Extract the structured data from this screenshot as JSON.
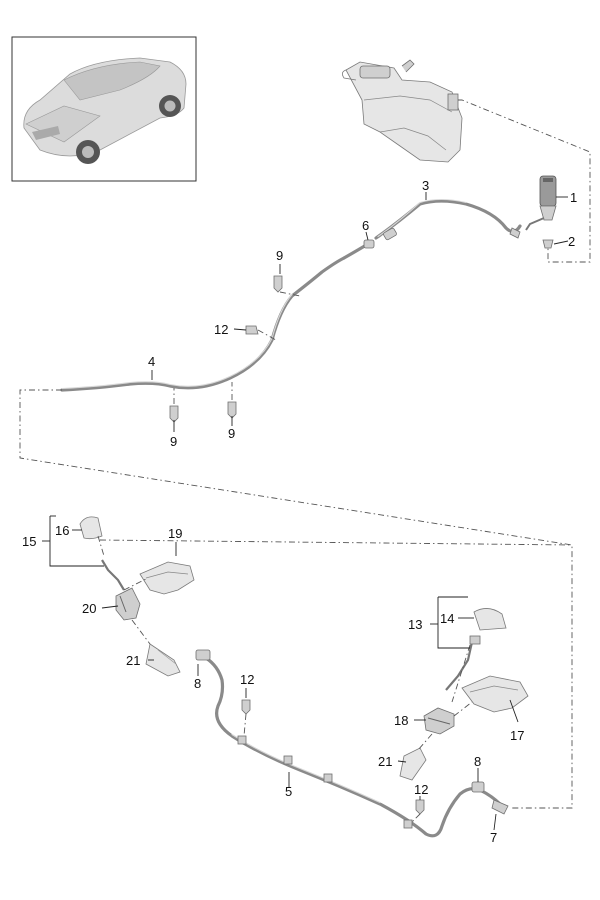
{
  "diagram": {
    "description_labels": {
      "p1": "1",
      "p2": "2",
      "p3": "3",
      "p4": "4",
      "p5": "5",
      "p6": "6",
      "p7": "7",
      "p8a": "8",
      "p8b": "8",
      "p9a": "9",
      "p9b": "9",
      "p9c": "9",
      "p12a": "12",
      "p12b": "12",
      "p12c": "12",
      "p13": "13",
      "p14": "14",
      "p15": "15",
      "p16": "16",
      "p17": "17",
      "p18": "18",
      "p19": "19",
      "p20": "20",
      "p21a": "21",
      "p21b": "21"
    },
    "colors": {
      "hose": "#8a8a8a",
      "part": "#cfcfcf",
      "line": "#222222"
    }
  }
}
